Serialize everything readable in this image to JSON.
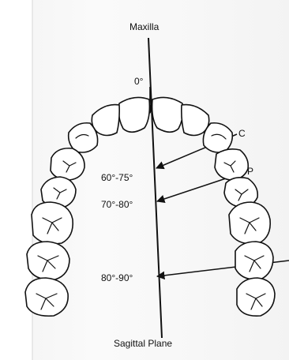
{
  "figure": {
    "title": "Maxilla",
    "footer_label": "Sagittal Plane",
    "zero_angle_label": "0°",
    "canine": {
      "marker": "C",
      "angle_label": "60°-75°"
    },
    "premolar": {
      "marker": "P",
      "angle_label": "70°-80°"
    },
    "molar": {
      "angle_label": "80°-90°"
    }
  }
}
